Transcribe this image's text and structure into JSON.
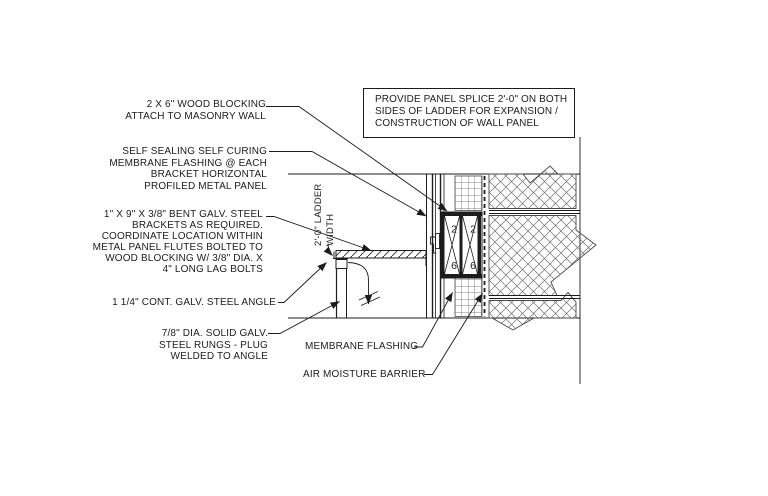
{
  "note_box": {
    "lines": [
      "PROVIDE PANEL SPLICE 2'-0\" ON BOTH",
      "SIDES OF LADDER FOR EXPANSION /",
      "CONSTRUCTION OF WALL PANEL"
    ]
  },
  "callouts": {
    "wood_blocking": [
      "2 X 6\" WOOD BLOCKING",
      "ATTACH TO MASONRY WALL"
    ],
    "membrane_panel": [
      "SELF SEALING SELF CURING",
      "MEMBRANE FLASHING @ EACH",
      "BRACKET HORIZONTAL",
      "PROFILED METAL PANEL"
    ],
    "brackets": [
      "1\" X 9\" X 3/8\" BENT GALV. STEEL",
      "BRACKETS AS REQUIRED.",
      "COORDINATE LOCATION WITHIN",
      "METAL PANEL FLUTES BOLTED TO",
      "WOOD BLOCKING W/ 3/8\" DIA. X",
      "4\" LONG LAG BOLTS"
    ],
    "angle": [
      "1 1/4\" CONT. GALV. STEEL ANGLE"
    ],
    "rungs": [
      "7/8\" DIA. SOLID GALV.",
      "STEEL RUNGS - PLUG",
      "WELDED TO ANGLE"
    ],
    "membrane_flashing": "MEMBRANE FLASHING",
    "air_moisture_barrier": "AIR MOISTURE BARRIER"
  },
  "dimension": {
    "line1": "2'-0\" LADDER",
    "line2": "WIDTH"
  },
  "blocking_section": {
    "top_label": "2",
    "bottom_label": "6"
  },
  "colors": {
    "ink": "#1c1c1c",
    "masonry_hatch": "#707070",
    "grid_hatch": "#5a5a5a"
  }
}
